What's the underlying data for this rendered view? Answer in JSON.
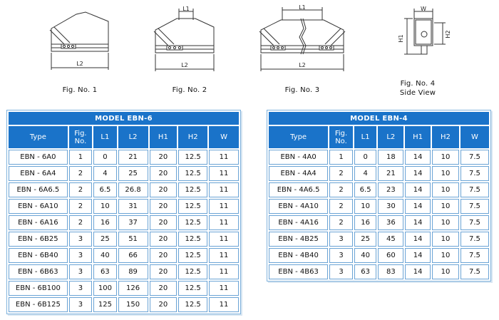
{
  "figures": [
    {
      "caption": "Fig. No. 1",
      "dims": [
        "L2"
      ]
    },
    {
      "caption": "Fig. No. 2",
      "dims": [
        "L1",
        "L2"
      ]
    },
    {
      "caption": "Fig. No. 3",
      "dims": [
        "L1",
        "L2"
      ]
    },
    {
      "caption": "Fig. No. 4",
      "subcaption": "Side View",
      "dims": [
        "W",
        "H1",
        "H2"
      ]
    }
  ],
  "tables": [
    {
      "model": "MODEL EBN-6",
      "headers": [
        "Type",
        "Fig.",
        "No.",
        "L1",
        "L2",
        "H1",
        "H2",
        "W"
      ],
      "rows": [
        [
          "EBN - 6A0",
          "1",
          "0",
          "21",
          "20",
          "12.5",
          "11"
        ],
        [
          "EBN - 6A4",
          "2",
          "4",
          "25",
          "20",
          "12.5",
          "11"
        ],
        [
          "EBN - 6A6.5",
          "2",
          "6.5",
          "26.8",
          "20",
          "12.5",
          "11"
        ],
        [
          "EBN - 6A10",
          "2",
          "10",
          "31",
          "20",
          "12.5",
          "11"
        ],
        [
          "EBN - 6A16",
          "2",
          "16",
          "37",
          "20",
          "12.5",
          "11"
        ],
        [
          "EBN - 6B25",
          "3",
          "25",
          "51",
          "20",
          "12.5",
          "11"
        ],
        [
          "EBN - 6B40",
          "3",
          "40",
          "66",
          "20",
          "12.5",
          "11"
        ],
        [
          "EBN - 6B63",
          "3",
          "63",
          "89",
          "20",
          "12.5",
          "11"
        ],
        [
          "EBN - 6B100",
          "3",
          "100",
          "126",
          "20",
          "12.5",
          "11"
        ],
        [
          "EBN - 6B125",
          "3",
          "125",
          "150",
          "20",
          "12.5",
          "11"
        ]
      ]
    },
    {
      "model": "MODEL EBN-4",
      "headers": [
        "Type",
        "Fig.",
        "No.",
        "L1",
        "L2",
        "H1",
        "H2",
        "W"
      ],
      "rows": [
        [
          "EBN - 4A0",
          "1",
          "0",
          "18",
          "14",
          "10",
          "7.5"
        ],
        [
          "EBN - 4A4",
          "2",
          "4",
          "21",
          "14",
          "10",
          "7.5"
        ],
        [
          "EBN - 4A6.5",
          "2",
          "6.5",
          "23",
          "14",
          "10",
          "7.5"
        ],
        [
          "EBN - 4A10",
          "2",
          "10",
          "30",
          "14",
          "10",
          "7.5"
        ],
        [
          "EBN - 4A16",
          "2",
          "16",
          "36",
          "14",
          "10",
          "7.5"
        ],
        [
          "EBN - 4B25",
          "3",
          "25",
          "45",
          "14",
          "10",
          "7.5"
        ],
        [
          "EBN - 4B40",
          "3",
          "40",
          "60",
          "14",
          "10",
          "7.5"
        ],
        [
          "EBN - 4B63",
          "3",
          "63",
          "83",
          "14",
          "10",
          "7.5"
        ]
      ]
    }
  ]
}
